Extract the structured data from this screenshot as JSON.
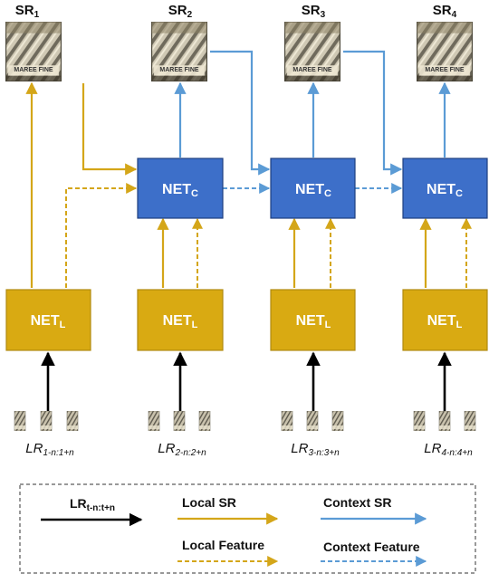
{
  "colors": {
    "local": "#d4a619",
    "local_box": "#d9aa12",
    "local_box_border": "#b08a10",
    "context": "#5b9bd5",
    "context_box": "#3d6fc9",
    "context_box_border": "#1f3f80",
    "black": "#000000"
  },
  "outputs": [
    {
      "main": "SR",
      "sub": "1"
    },
    {
      "main": "SR",
      "sub": "2"
    },
    {
      "main": "SR",
      "sub": "3"
    },
    {
      "main": "SR",
      "sub": "4"
    }
  ],
  "image_text": "MAREE FINE",
  "context_nets": [
    {
      "main": "NET",
      "sub": "C"
    },
    {
      "main": "NET",
      "sub": "C"
    },
    {
      "main": "NET",
      "sub": "C"
    }
  ],
  "local_nets": [
    {
      "main": "NET",
      "sub": "L"
    },
    {
      "main": "NET",
      "sub": "L"
    },
    {
      "main": "NET",
      "sub": "L"
    },
    {
      "main": "NET",
      "sub": "L"
    }
  ],
  "inputs": [
    {
      "main": "LR",
      "sub": "1-n:1+n"
    },
    {
      "main": "LR",
      "sub": "2-n:2+n"
    },
    {
      "main": "LR",
      "sub": "3-n:3+n"
    },
    {
      "main": "LR",
      "sub": "4-n:4+n"
    }
  ],
  "legend": {
    "input": {
      "main": "LR",
      "sub": "t-n:t+n"
    },
    "local_sr": "Local SR",
    "context_sr": "Context SR",
    "local_feature": "Local Feature",
    "context_feature": "Context Feature"
  }
}
